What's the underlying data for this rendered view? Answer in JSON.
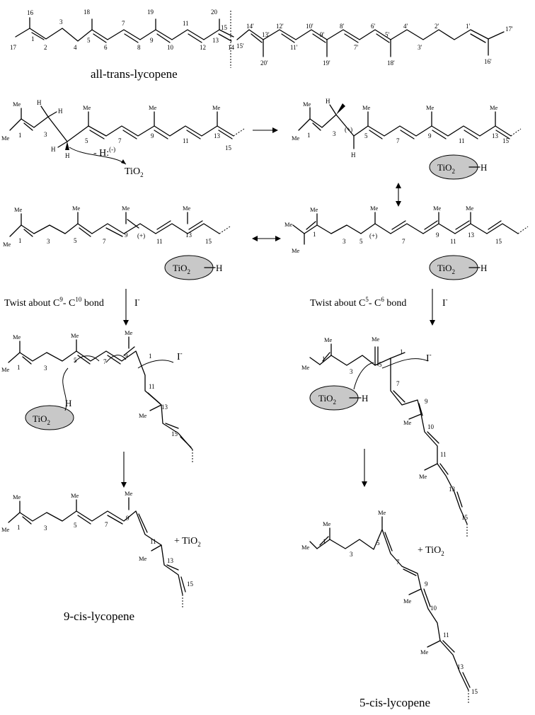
{
  "structures": {
    "all_trans": {
      "name": "all-trans-lycopene",
      "locants": [
        "16",
        "17",
        "1",
        "2",
        "3",
        "4",
        "18",
        "5",
        "6",
        "7",
        "8",
        "19",
        "9",
        "10",
        "11",
        "12",
        "20",
        "13",
        "14",
        "15",
        "15'",
        "14'",
        "13'",
        "20'",
        "12'",
        "11'",
        "10'",
        "9'",
        "19'",
        "8'",
        "7'",
        "6'",
        "5'",
        "18'",
        "4'",
        "3'",
        "2'",
        "1'",
        "17'",
        "16'"
      ]
    },
    "nine_cis": {
      "name": "9-cis-lycopene"
    },
    "five_cis": {
      "name": "5-cis-lycopene"
    }
  },
  "labels": {
    "me": "Me",
    "h": "H",
    "hydride": "- H:",
    "neg_charge": "(-)",
    "pos_charge": "(+)",
    "iodide": "I",
    "iodide_charge": "-",
    "tio2": "TiO",
    "tio2_sub": "2",
    "plus_tio2": "+ TiO",
    "twist_c9_prefix": "Twist about C",
    "twist_c9_a": "9",
    "twist_c9_mid": "- C",
    "twist_c9_b": "10",
    "twist_c9_suffix": " bond",
    "twist_c5_prefix": "Twist about C",
    "twist_c5_a": "5",
    "twist_c5_mid": "- C",
    "twist_c5_b": "6",
    "twist_c5_suffix": " bond"
  },
  "locants_common": [
    "1",
    "3",
    "5",
    "7",
    "9",
    "11",
    "13",
    "15",
    "10"
  ]
}
